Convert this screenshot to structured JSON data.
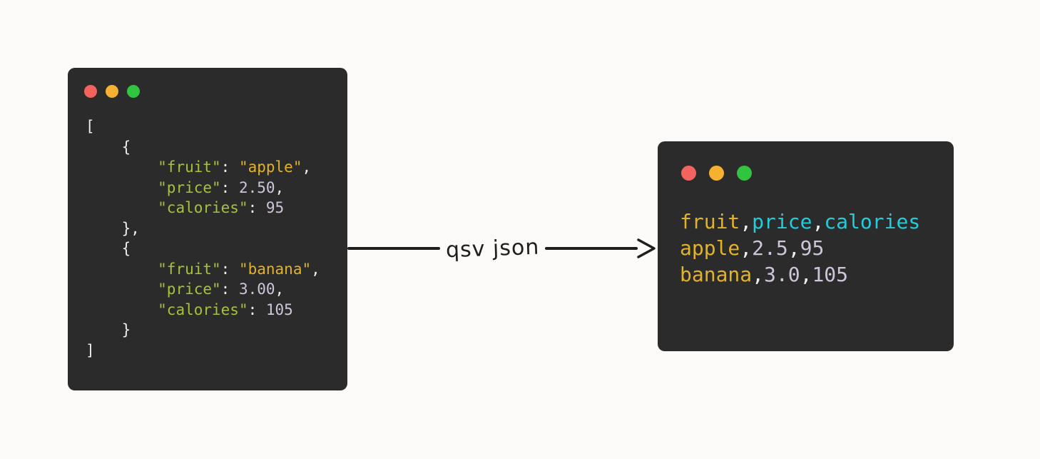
{
  "colors": {
    "page_bg": "#fcfbf9",
    "window_bg": "#2b2b2b",
    "arrow": "#1e1e1e",
    "token": {
      "key": "#a4c339",
      "str": "#e3b325",
      "num": "#cfc5da",
      "punc": "#ededed",
      "cyan": "#23ccd9",
      "yellow": "#e3b325"
    },
    "traffic": {
      "close": "#f4635e",
      "minimize": "#f5b12f",
      "zoom": "#2fc53f"
    }
  },
  "json_window": {
    "lines": [
      [
        {
          "t": "[",
          "c": "punc"
        }
      ],
      [
        {
          "t": "    {",
          "c": "punc"
        }
      ],
      [
        {
          "t": "        ",
          "c": "punc"
        },
        {
          "t": "\"fruit\"",
          "c": "key"
        },
        {
          "t": ": ",
          "c": "punc"
        },
        {
          "t": "\"apple\"",
          "c": "str"
        },
        {
          "t": ",",
          "c": "punc"
        }
      ],
      [
        {
          "t": "        ",
          "c": "punc"
        },
        {
          "t": "\"price\"",
          "c": "key"
        },
        {
          "t": ": ",
          "c": "punc"
        },
        {
          "t": "2.50",
          "c": "num"
        },
        {
          "t": ",",
          "c": "punc"
        }
      ],
      [
        {
          "t": "        ",
          "c": "punc"
        },
        {
          "t": "\"calories\"",
          "c": "key"
        },
        {
          "t": ": ",
          "c": "punc"
        },
        {
          "t": "95",
          "c": "num"
        }
      ],
      [
        {
          "t": "    },",
          "c": "punc"
        }
      ],
      [
        {
          "t": "    {",
          "c": "punc"
        }
      ],
      [
        {
          "t": "        ",
          "c": "punc"
        },
        {
          "t": "\"fruit\"",
          "c": "key"
        },
        {
          "t": ": ",
          "c": "punc"
        },
        {
          "t": "\"banana\"",
          "c": "str"
        },
        {
          "t": ",",
          "c": "punc"
        }
      ],
      [
        {
          "t": "        ",
          "c": "punc"
        },
        {
          "t": "\"price\"",
          "c": "key"
        },
        {
          "t": ": ",
          "c": "punc"
        },
        {
          "t": "3.00",
          "c": "num"
        },
        {
          "t": ",",
          "c": "punc"
        }
      ],
      [
        {
          "t": "        ",
          "c": "punc"
        },
        {
          "t": "\"calories\"",
          "c": "key"
        },
        {
          "t": ": ",
          "c": "punc"
        },
        {
          "t": "105",
          "c": "num"
        }
      ],
      [
        {
          "t": "    }",
          "c": "punc"
        }
      ],
      [
        {
          "t": "]",
          "c": "punc"
        }
      ]
    ]
  },
  "csv_window": {
    "lines": [
      [
        {
          "t": "fruit",
          "c": "yellow"
        },
        {
          "t": ",",
          "c": "punc"
        },
        {
          "t": "price",
          "c": "cyan"
        },
        {
          "t": ",",
          "c": "punc"
        },
        {
          "t": "calories",
          "c": "cyan"
        }
      ],
      [
        {
          "t": "apple",
          "c": "yellow"
        },
        {
          "t": ",",
          "c": "punc"
        },
        {
          "t": "2.5",
          "c": "num"
        },
        {
          "t": ",",
          "c": "punc"
        },
        {
          "t": "95",
          "c": "num"
        }
      ],
      [
        {
          "t": "banana",
          "c": "yellow"
        },
        {
          "t": ",",
          "c": "punc"
        },
        {
          "t": "3.0",
          "c": "num"
        },
        {
          "t": ",",
          "c": "punc"
        },
        {
          "t": "105",
          "c": "num"
        }
      ]
    ]
  },
  "arrow": {
    "label": "qsv json"
  }
}
